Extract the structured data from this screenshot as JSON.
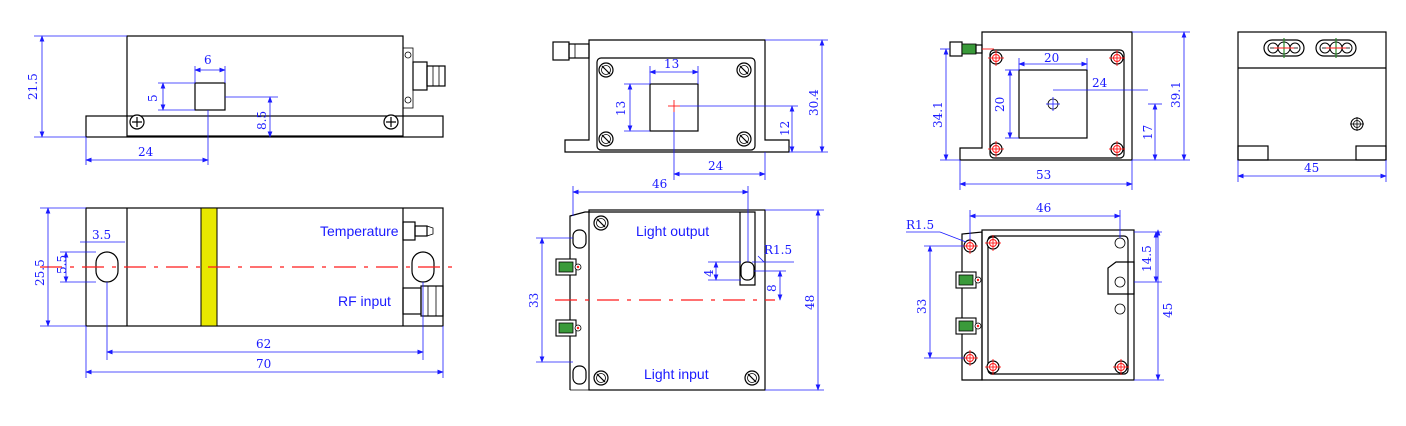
{
  "dimensions": {
    "v1_height": "21.5",
    "v1_sq_w": "6",
    "v1_sq_h": "5",
    "v1_h2": "8.5",
    "v1_w": "24",
    "v2_slot": "3.5",
    "v2_w": "25.5",
    "v2_slot_h": "5.5",
    "v2_inner": "62",
    "v2_total": "70",
    "v3_sq": "13",
    "v3_sq_h": "13",
    "v3_h": "30.4",
    "v3_h2": "12",
    "v3_w": "24",
    "v4_w": "46",
    "v4_r": "R1.5",
    "v4_4": "4",
    "v4_8": "8",
    "v4_33": "33",
    "v4_48": "48",
    "v5_20": "20",
    "v5_24": "24",
    "v5_20b": "20",
    "v5_34": "34.1",
    "v5_39": "39.1",
    "v5_17": "17",
    "v5_53": "53",
    "v6_46": "46",
    "v6_r": "R1.5",
    "v6_145": "14.5",
    "v6_33": "33",
    "v6_45": "45",
    "v7_45": "45"
  },
  "labels": {
    "temperature": "Temperature",
    "rf_input": "RF input",
    "light_output": "Light output",
    "light_input": "Light input"
  },
  "colors": {
    "dimension": "#1a1aff",
    "centerline": "#ff1a1a",
    "outline": "#000000",
    "yellow_band": "#e8e800"
  }
}
